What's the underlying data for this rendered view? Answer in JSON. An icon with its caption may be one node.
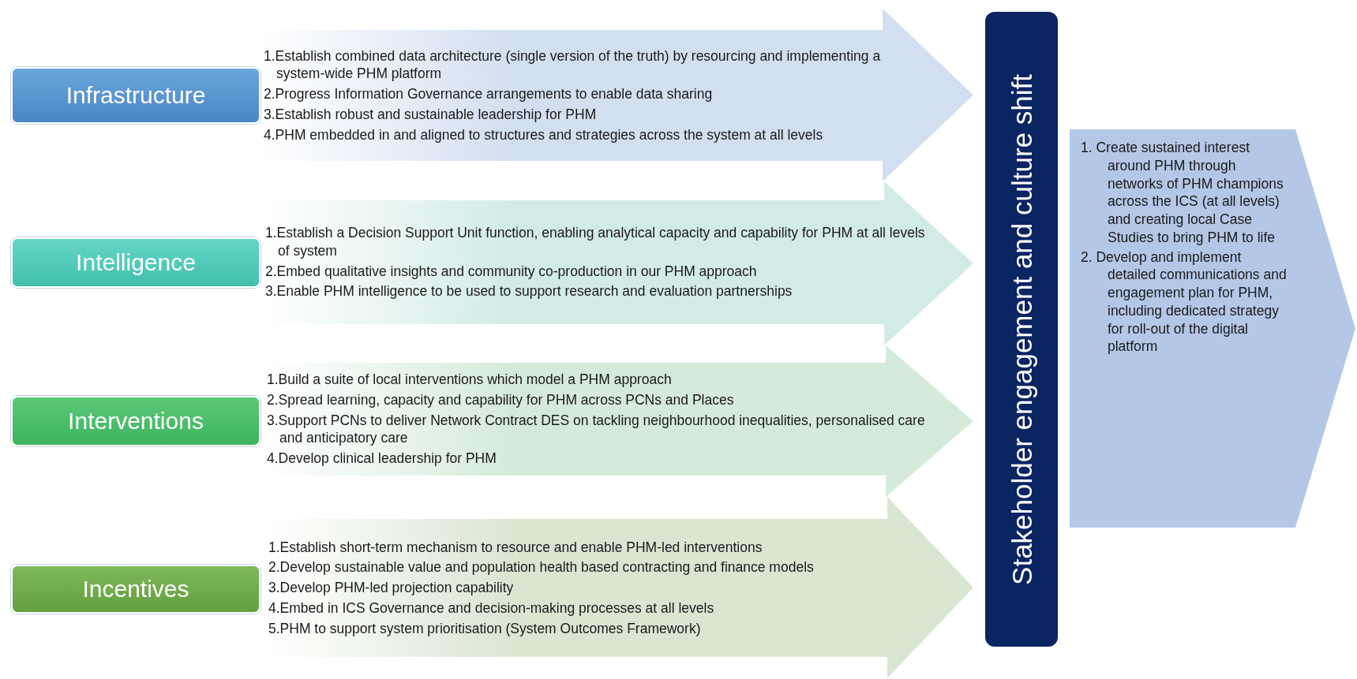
{
  "diagram": {
    "nodes": [
      {
        "text": [
          "Infrastructure"
        ]
      },
      {
        "text": [
          "1.Establish combined data architecture (single version of the truth) by resourcing and implementing a system-wide PHM platform",
          "2.Progress Information Governance arrangements to enable data sharing",
          "3.Establish robust and sustainable leadership for PHM",
          "4.PHM embedded in and aligned to structures and strategies across the system at all levels"
        ]
      },
      {
        "text": [
          "Intelligence"
        ]
      },
      {
        "text": [
          "1.Establish a Decision Support Unit function, enabling analytical capacity and capability for PHM at all levels of system",
          "2.Embed qualitative insights and community co-production in our PHM approach",
          "3.Enable PHM intelligence to be used to support research and evaluation partnerships"
        ]
      },
      {
        "text": [
          "Interventions"
        ]
      },
      {
        "text": [
          "1.Build a suite of local interventions which model a PHM approach",
          "2.Spread learning, capacity and capability for PHM across PCNs and Places",
          "3.Support PCNs to deliver Network Contract DES on tackling neighbourhood inequalities, personalised care and anticipatory care",
          "4.Develop clinical leadership for PHM"
        ]
      },
      {
        "text": [
          "Incentives"
        ]
      },
      {
        "text": [
          "1.Establish short-term mechanism to resource and enable PHM-led interventions",
          "2.Develop sustainable value and population health based contracting and finance models",
          "3.Develop PHM-led projection capability",
          "4.Embed in ICS Governance and decision-making processes at all levels",
          "5.PHM to support system prioritisation (System Outcomes Framework)"
        ]
      },
      {
        "text": [
          "Stakeholder engagement and culture shift"
        ]
      },
      {
        "text": [
          "1. Create sustained interest around PHM through networks of PHM champions across the ICS (at all levels) and creating local Case Studies to bring PHM to life",
          "2. Develop and implement detailed communications and engagement plan for PHM, including dedicated strategy for roll-out of the digital platform"
        ]
      }
    ]
  }
}
